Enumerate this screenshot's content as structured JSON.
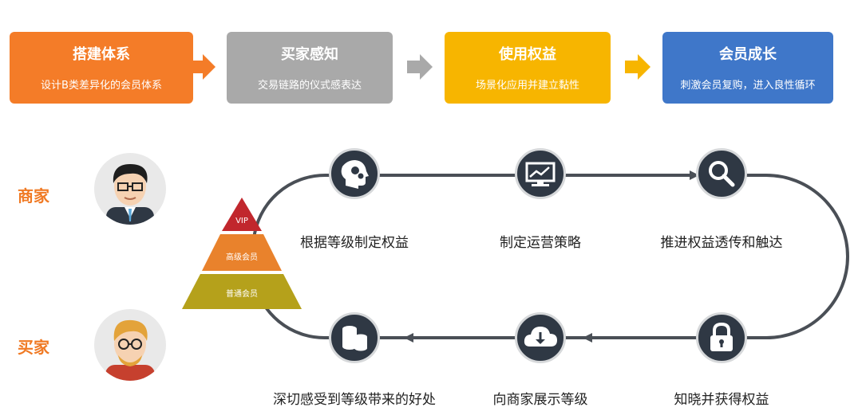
{
  "stages": [
    {
      "title": "搭建体系",
      "subtitle": "设计B类差异化的会员体系",
      "color": "#f47c28"
    },
    {
      "title": "买家感知",
      "subtitle": "交易链路的仪式感表达",
      "color": "#a9a9a9"
    },
    {
      "title": "使用权益",
      "subtitle": "场景化应用并建立黏性",
      "color": "#f7b500"
    },
    {
      "title": "会员成长",
      "subtitle": "刺激会员复购，进入良性循环",
      "color": "#3f77c9"
    }
  ],
  "arrow_colors": [
    "#f47c28",
    "#a9a9a9",
    "#f7b500"
  ],
  "roles": {
    "merchant": "商家",
    "buyer": "买家"
  },
  "pyramid": {
    "top": "VIP",
    "middle": "高级会员",
    "bottom": "普通会员"
  },
  "flow": {
    "top": [
      "根据等级制定权益",
      "制定运营策略",
      "推进权益透传和触达"
    ],
    "bottom": [
      "深切感受到等级带来的好处",
      "向商家展示等级",
      "知晓并获得权益"
    ]
  },
  "icons": {
    "top": [
      "head-gears-icon",
      "chart-monitor-icon",
      "magnifier-icon"
    ],
    "bottom": [
      "coins-icon",
      "cloud-download-icon",
      "padlock-icon"
    ]
  }
}
